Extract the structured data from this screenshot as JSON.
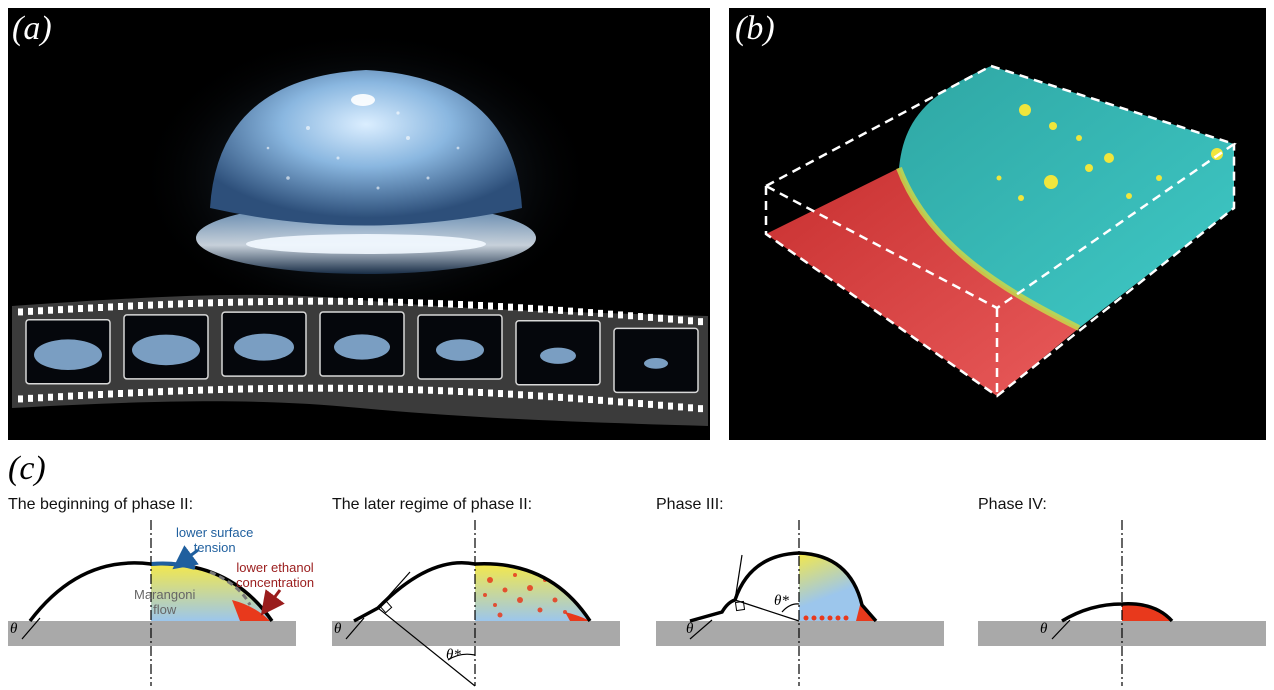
{
  "panels": {
    "a": {
      "label": "(a)"
    },
    "b": {
      "label": "(b)"
    },
    "c": {
      "label": "(c)"
    }
  },
  "phases": [
    {
      "title": "The beginning of phase II:"
    },
    {
      "title": "The later regime of phase II:"
    },
    {
      "title": "Phase III:"
    },
    {
      "title": "Phase IV:"
    }
  ],
  "annotations": {
    "surface_tension": "lower surface\ntension",
    "ethanol": "lower ethanol\nconcentration",
    "marangoni": "Marangoni\nflow",
    "theta": "θ",
    "theta_star": "θ*"
  },
  "colors": {
    "blue_annotation": "#1f5f9e",
    "red_annotation": "#9a1c1c",
    "gray_annotation": "#666666",
    "substrate": "#a9a9a9",
    "oil_red": "#e8391c",
    "droplet_yellow": "#f2e54b",
    "droplet_blue": "#9dc4e6"
  }
}
